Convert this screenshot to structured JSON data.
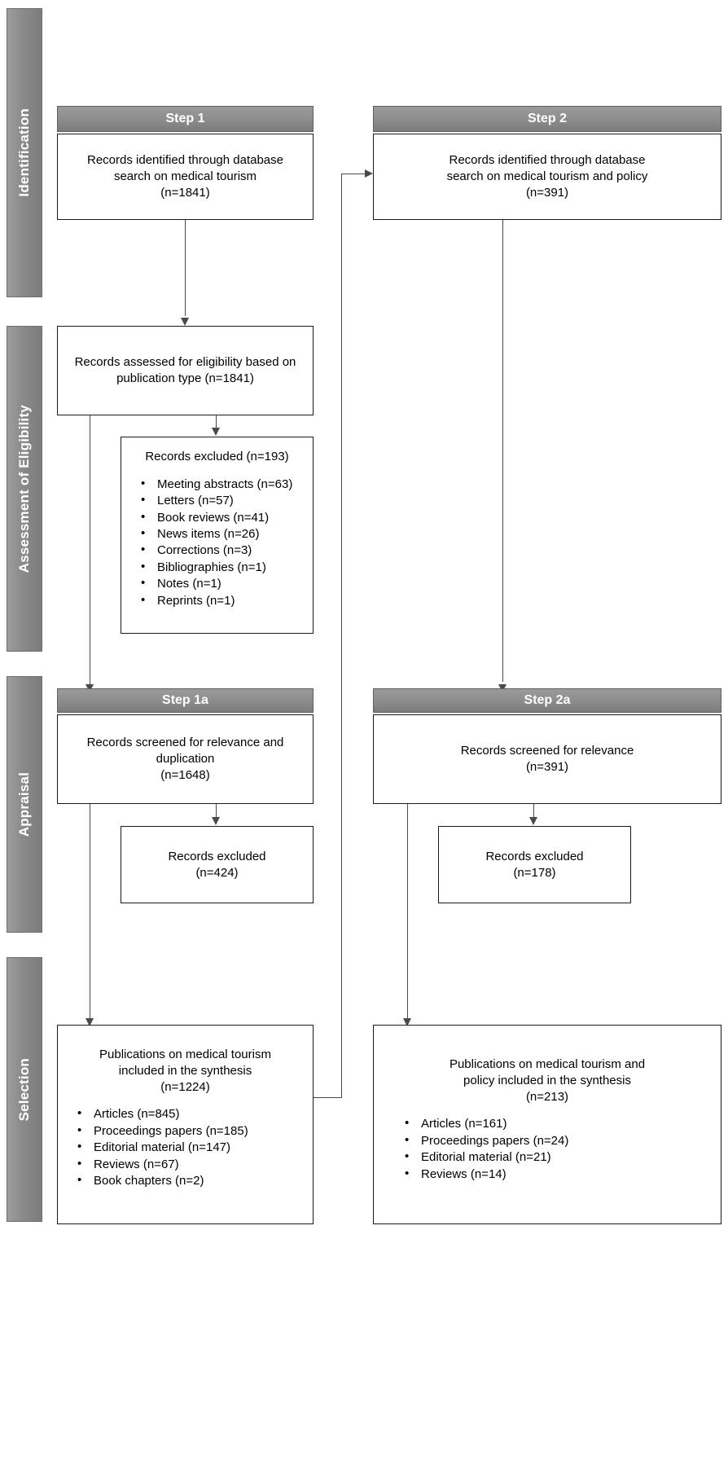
{
  "figure": {
    "type": "flowchart",
    "title": "PRISMA-style study selection flow diagram"
  },
  "phases": [
    {
      "label": "Identification"
    },
    {
      "label": "Assessment of Eligibility"
    },
    {
      "label": "Appraisal"
    },
    {
      "label": "Selection"
    }
  ],
  "steps": {
    "step1": "Step 1",
    "step2": "Step 2",
    "step1a": "Step 1a",
    "step2a": "Step 2a"
  },
  "boxes": {
    "identified_left": {
      "text": "Records identified through database\nsearch on medical tourism\n(n=1841)",
      "n": 1841
    },
    "identified_right": {
      "text": "Records identified through database\nsearch on medical tourism and policy\n(n=391)",
      "n": 391
    },
    "eligibility": {
      "text": "Records assessed for eligibility based on\npublication type (n=1841)",
      "n": 1841
    },
    "excluded_type": {
      "title": "Records excluded (n=193)",
      "n": 193,
      "items": [
        "Meeting abstracts (n=63)",
        "Letters (n=57)",
        "Book reviews (n=41)",
        "News items (n=26)",
        "Corrections (n=3)",
        "Bibliographies (n=1)",
        "Notes (n=1)",
        "Reprints (n=1)"
      ]
    },
    "screened_left": {
      "text": "Records screened for relevance and\nduplication\n(n=1648)",
      "n": 1648
    },
    "screened_right": {
      "text": "Records screened for relevance\n(n=391)",
      "n": 391
    },
    "excluded_left": {
      "text": "Records excluded\n(n=424)",
      "n": 424
    },
    "excluded_right": {
      "text": "Records excluded\n(n=178)",
      "n": 178
    },
    "included_left": {
      "title": "Publications on medical tourism\nincluded in the synthesis\n(n=1224)",
      "n": 1224,
      "items": [
        "Articles (n=845)",
        "Proceedings papers (n=185)",
        "Editorial material (n=147)",
        "Reviews (n=67)",
        "Book chapters (n=2)"
      ]
    },
    "included_right": {
      "title": "Publications on medical tourism and\npolicy included in the synthesis\n(n=213)",
      "n": 213,
      "items": [
        "Articles (n=161)",
        "Proceedings papers (n=24)",
        "Editorial material (n=21)",
        "Reviews (n=14)"
      ]
    }
  },
  "colors": {
    "phase_bar": "#8a8a8a",
    "step_header": "#8e8e8e",
    "box_border": "#1a1a1a",
    "connector": "#4a4a4a",
    "header_text": "#ffffff"
  }
}
